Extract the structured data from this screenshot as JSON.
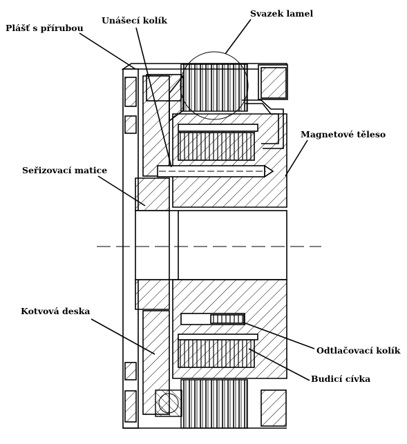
{
  "labels": {
    "plast": "Plášť s přírubou",
    "unaseci": "Unášecí kolík",
    "svazek": "Svazek lamel",
    "magnet": "Magnetové těleso",
    "serizovaci": "Seřizovací matice",
    "kotvova": "Kotvová deska",
    "odtlacovaci": "Odtlačovací kolík",
    "budici": "Budicí cívka"
  }
}
